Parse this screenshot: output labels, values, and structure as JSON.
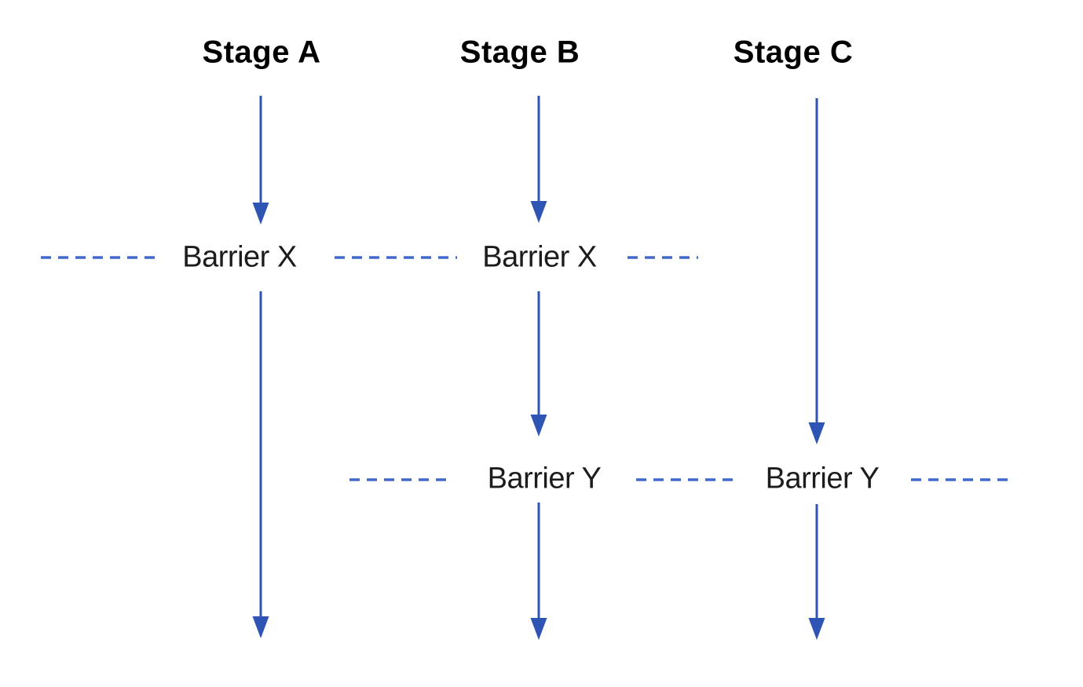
{
  "diagram": {
    "stages": [
      {
        "label": "Stage A"
      },
      {
        "label": "Stage B"
      },
      {
        "label": "Stage C"
      }
    ],
    "barrier_x": {
      "label": "Barrier X",
      "occurrences": 2
    },
    "barrier_y": {
      "label": "Barrier Y",
      "occurrences": 2
    },
    "colors": {
      "arrow": "#2f55b4",
      "dash": "#4368cc",
      "heading_text": "#000000",
      "barrier_text": "#1c1c1c",
      "background": "#ffffff"
    }
  }
}
